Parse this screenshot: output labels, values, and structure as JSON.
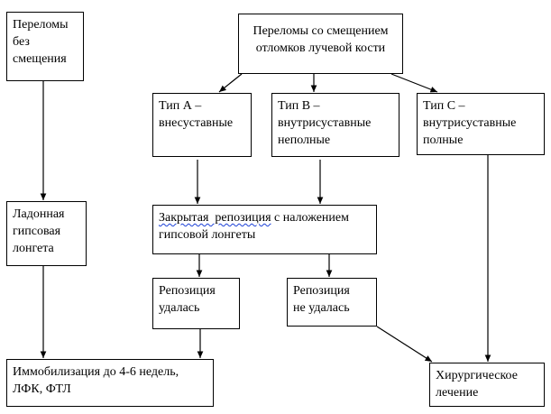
{
  "boxes": {
    "no_displacement": {
      "lines": [
        "Переломы",
        "без",
        "смещения"
      ]
    },
    "displacement": {
      "lines": [
        "Переломы со смещением",
        "отломков лучевой кости"
      ]
    },
    "type_a": {
      "lines": [
        "Тип А –",
        "внесуставные"
      ]
    },
    "type_b": {
      "lines": [
        "Тип В –",
        "внутрисуставные",
        "неполные"
      ]
    },
    "type_c": {
      "lines": [
        "Тип С –",
        "внутрисуставные",
        "полные"
      ]
    },
    "palmar_cast": {
      "lines": [
        "Ладонная",
        "гипсовая",
        "лонгета"
      ]
    },
    "closed_reposition": {
      "line1_underlined": "Закрытая  репозиция",
      "line1_rest": " с наложением",
      "line2": "гипсовой лонгеты"
    },
    "reposition_ok": {
      "lines": [
        "Репозиция",
        "удалась"
      ]
    },
    "reposition_failed": {
      "lines": [
        "Репозиция",
        "не удалась"
      ]
    },
    "immobilization": {
      "lines": [
        "Иммобилизация до 4-6 недель,",
        "ЛФК, ФТЛ"
      ]
    },
    "surgery": {
      "lines": [
        "Хирургическое",
        "лечение"
      ]
    }
  },
  "colors": {
    "line": "#000000",
    "spellcheck": "#1a3fd6"
  }
}
